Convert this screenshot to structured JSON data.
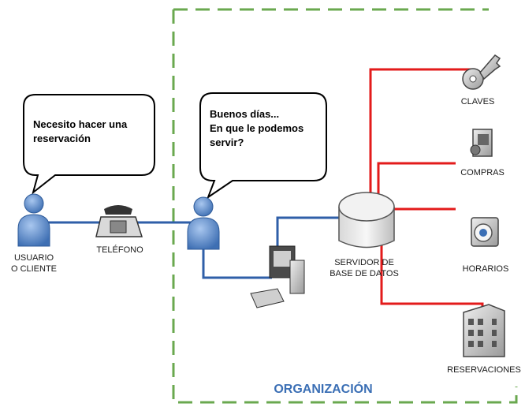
{
  "bubbles": {
    "client": {
      "line1": "Necesito hacer una",
      "line2": "reservación"
    },
    "agent": {
      "line1": "Buenos días...",
      "line2": "En que le podemos",
      "line3": "servir?"
    }
  },
  "labels": {
    "client_line1": "USUARIO",
    "client_line2": "O CLIENTE",
    "phone": "TELÉFONO",
    "server_line1": "SERVIDOR DE",
    "server_line2": "BASE DE DATOS",
    "org": "ORGANIZACIÓN"
  },
  "modules": [
    {
      "label": "CLAVES",
      "icon": "key-icon"
    },
    {
      "label": "COMPRAS",
      "icon": "camcorder-icon"
    },
    {
      "label": "HORARIOS",
      "icon": "webcam-icon"
    },
    {
      "label": "RESERVACIONES",
      "icon": "building-icon"
    }
  ],
  "colors": {
    "org_border": "#6aa84f",
    "blue_link": "#2f5fa8",
    "red_link": "#e31b1b",
    "org_text": "#3b6fb5"
  }
}
